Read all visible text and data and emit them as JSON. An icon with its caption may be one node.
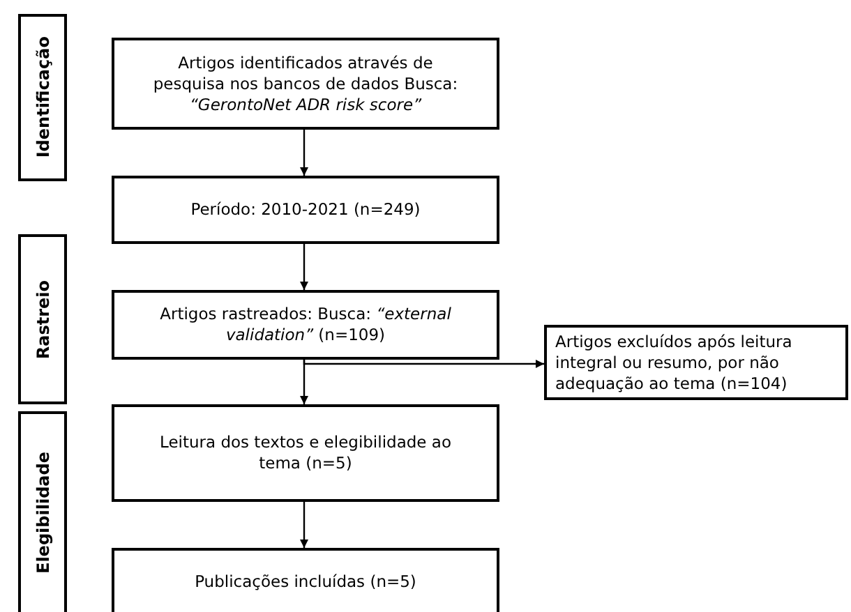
{
  "diagram": {
    "nodes": [
      {
        "text": [
          "Identificação"
        ]
      },
      {
        "text": [
          "Artigos identificados através de pesquisa nos bancos de dados Busca: *“GerontoNet ADR risk score”*"
        ]
      },
      {
        "text": [
          "Período: 2010-2021 (n=249)"
        ]
      },
      {
        "text": [
          "Rastreio"
        ]
      },
      {
        "text": [
          "Artigos rastreados: Busca: *“external validation”* (n=109)"
        ]
      },
      {
        "text": [
          "Artigos excluídos após leitura integral ou resumo, por não adequação ao tema (n=104)"
        ]
      },
      {
        "text": [
          "Leitura dos textos e elegibilidade ao tema (n=5)"
        ]
      },
      {
        "text": [
          "Elegibilidade"
        ]
      },
      {
        "text": [
          "Publicações incluídas (n=5)"
        ]
      }
    ],
    "edges": [
      {
        "from": 1,
        "to": 2,
        "arrow": "to"
      },
      {
        "from": 2,
        "to": 4,
        "arrow": "to"
      },
      {
        "from": 4,
        "to": 6,
        "arrow": "to"
      },
      {
        "from": 4,
        "to": 5,
        "arrow": "to"
      },
      {
        "from": 6,
        "to": 8,
        "arrow": "to"
      }
    ]
  }
}
